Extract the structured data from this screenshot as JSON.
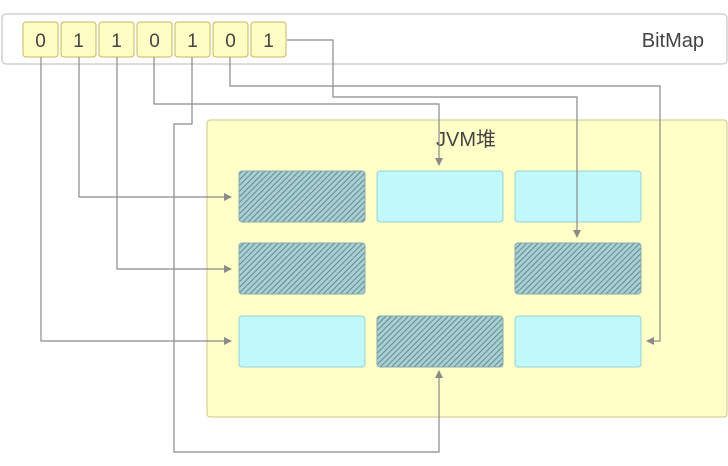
{
  "bitmap": {
    "label": "BitMap",
    "bits": [
      "0",
      "1",
      "1",
      "0",
      "1",
      "0",
      "1"
    ]
  },
  "heap": {
    "label": "JVM堆"
  },
  "colors": {
    "bit_fill": "#fdfdc4",
    "bit_stroke": "#c8b85a",
    "heap_fill": "#ffffc8",
    "heap_stroke": "#c9c98a",
    "free_fill": "#c0f8fb",
    "used_fill": "#a9cfd2",
    "used_hatch": "#4d7c84",
    "arrow": "#8a8a8a"
  },
  "objects": [
    {
      "row": 0,
      "col": 0,
      "state": "used"
    },
    {
      "row": 0,
      "col": 1,
      "state": "free"
    },
    {
      "row": 0,
      "col": 2,
      "state": "free"
    },
    {
      "row": 1,
      "col": 0,
      "state": "used"
    },
    {
      "row": 1,
      "col": 2,
      "state": "used"
    },
    {
      "row": 2,
      "col": 0,
      "state": "free"
    },
    {
      "row": 2,
      "col": 1,
      "state": "used"
    },
    {
      "row": 2,
      "col": 2,
      "state": "free"
    }
  ]
}
